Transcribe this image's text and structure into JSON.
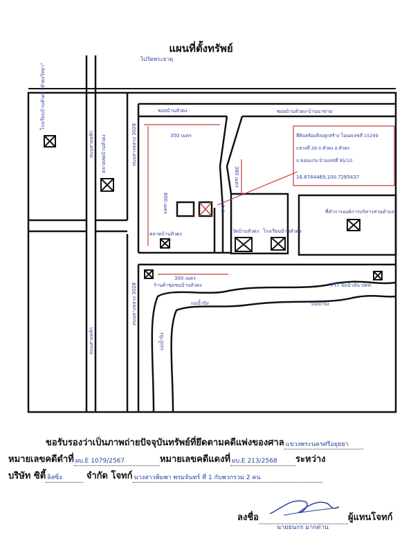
{
  "doc": {
    "title": "แผนที่ตั้งทรัพย์"
  },
  "map": {
    "road_top_label": "ไปวัดพระธาตุ",
    "lane_left_top": "ซอยบ้านหัวดง",
    "lane_right_top": "ซอยบ้านหัวดง-บ้านนาขาม",
    "highway_label_upper": "ถนนทางหลวง 3028",
    "highway_label_lower": "ถนนทางหลวง 3028",
    "main_road_left": "ถนนสายหลัก",
    "main_road_left_lower": "ถนนสายหลัก",
    "place_top_left": "โรงเรียนบ้านหัวดง \"หัวดงวิทยา\"",
    "place_left_vertical": "ตลาดสดบ้านหัวดง",
    "place_mid_left": "ตลาดบ้านหัวดง",
    "place_mid": "วัดบ้านหัวดง",
    "place_mid_right": "โรงเรียนบ้านหัวดง",
    "place_right": "ที่ทำการองค์การบริหารส่วนตำบล",
    "place_lower_left": "ร้านค้าชุมชนบ้านหัวดง",
    "place_lower_right": "PTT ปั๊มน้ำมัน ปตท.",
    "river_label_1": "แม่น้ำปิง",
    "river_label_2": "แม่น้ำปิง",
    "river_label_3": "แม่น้ำปิง",
    "dist_top": "350 เมตร",
    "dist_left": "800 เมตร",
    "dist_right": "380 เมตร",
    "dist_bottom": "300 เมตร",
    "dist_small": "ทรัพย์",
    "info_line1": "ที่ดินพร้อมสิ่งปลูกสร้าง โฉนดเลขที่ 15299",
    "info_line2": "แขวงที่ 26 ถ.หัวดง อ.หัวดง",
    "info_line3": "จ.ขอนแก่น บ้านเลขที่ 95/10",
    "info_coords": "16.8744469,100.7285437"
  },
  "cert": {
    "line1_text": "ขอรับรองว่าเป็นภาพถ่ายปัจจุบันทรัพย์ที่ยึดตามคดีแพ่งของศาล",
    "line1_fill": "แขวงพระนครศรีอยุธยา",
    "black_case_label": "หมายเลขคดีดำที่",
    "black_case_fill": "ผบ.E 1079/2567",
    "red_case_label": "หมายเลขคดีแดงที่",
    "red_case_fill": "ผบ.E 213/2568",
    "between_label": "ระหว่าง",
    "company_label": "บริษัท ซิตี้",
    "company_fill": "ลิสซิ่ง",
    "limited_label": "จำกัด โจทก์",
    "defendant_fill": "นางสาวพิมพา พรมจันทร์ ที่ 1 กับพวกรวม 2 คน",
    "sign_label": "ลงชื่อ",
    "rep_label": "ผู้แทนโจทก์",
    "signer_name": "นายธนกร มากด่าน"
  }
}
